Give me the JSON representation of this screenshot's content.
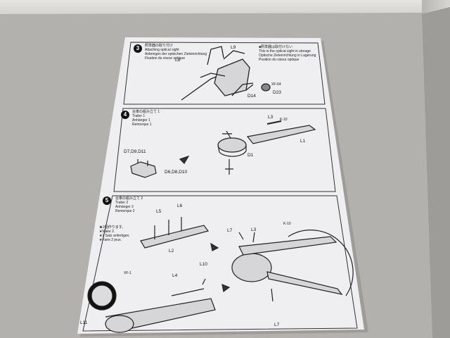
{
  "steps": [
    {
      "number": "3",
      "title_lines": [
        "照準器の取り付け",
        "Attaching optical sight",
        "Anbringen der optischen Zieleinrichtung",
        "Fixation du viseur optique"
      ],
      "note_lines": [
        "■照準器は取付けない",
        "This is the optical sight in storage",
        "Optische Zieleinrichtung in Lagerung",
        "Position du viseur optique"
      ],
      "parts": [
        "L9",
        "L8",
        "XF-64",
        "D14",
        "D23"
      ]
    },
    {
      "number": "4",
      "title_lines": [
        "台車の組み立て 1",
        "Trailer 1",
        "Anhänger 1",
        "Remorque 1"
      ],
      "parts": [
        "L3",
        "K-10",
        "L1",
        "D7,D9,D11",
        "D1",
        "D6,D8,D10"
      ]
    },
    {
      "number": "5",
      "title_lines": [
        "台車の組み立て 2",
        "Trailer 2",
        "Anhänger 2",
        "Remorque 2"
      ],
      "note_lines": [
        "★2個作ります。",
        "★Make 2.",
        "★2 Satz anfertigen.",
        "★Faire 2 jeux."
      ],
      "parts": [
        "L5",
        "L6",
        "L2",
        "L7",
        "L3",
        "K-10",
        "XF-1",
        "L4",
        "L10",
        "L11",
        "L7"
      ]
    }
  ],
  "colors": {
    "paper": "#eeeeef",
    "cardboard": "#a9a7a4",
    "ink": "#222222"
  }
}
